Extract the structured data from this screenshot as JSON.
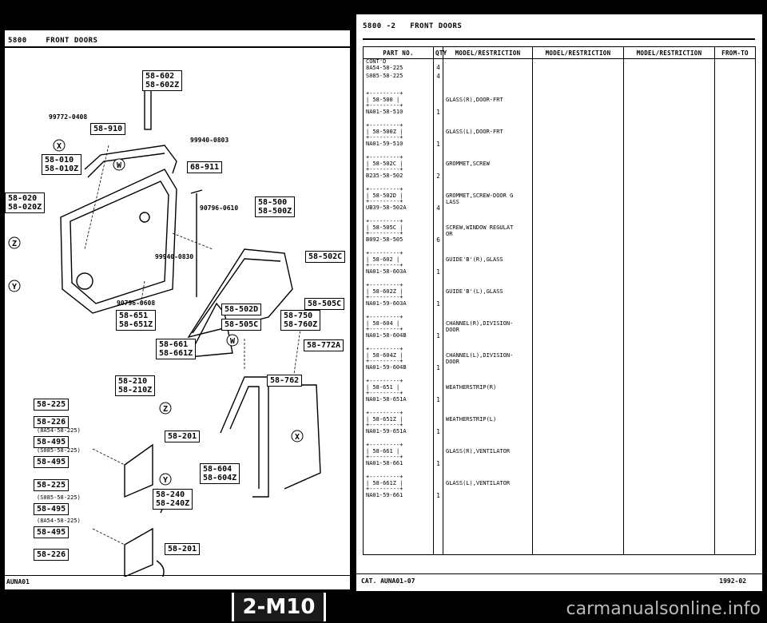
{
  "left_header": {
    "code": "5800",
    "title": "FRONT DOORS"
  },
  "left_footer": {
    "code": "AUNA01"
  },
  "right_header": {
    "code": "5800 -2",
    "title": "FRONT DOORS"
  },
  "right_footer": {
    "catalog": "CAT. AUNA01-07",
    "year": "1992-02"
  },
  "banner": "2-M10",
  "watermark": "carmanualsonline.info",
  "diagram": {
    "callouts": [
      {
        "id": "c1",
        "text": "58-602\n58-602Z"
      },
      {
        "id": "c2",
        "text": "58-910"
      },
      {
        "id": "c3",
        "text": "58-010\n58-010Z"
      },
      {
        "id": "c4",
        "text": "58-020\n58-020Z"
      },
      {
        "id": "c5",
        "text": "68-911"
      },
      {
        "id": "c6",
        "text": "58-500\n58-500Z"
      },
      {
        "id": "c7",
        "text": "58-502C"
      },
      {
        "id": "c8",
        "text": "58-505C"
      },
      {
        "id": "c9",
        "text": "58-502D"
      },
      {
        "id": "c10",
        "text": "58-505C"
      },
      {
        "id": "c11",
        "text": "58-750\n58-760Z"
      },
      {
        "id": "c12",
        "text": "58-651\n58-651Z"
      },
      {
        "id": "c13",
        "text": "58-661\n58-661Z"
      },
      {
        "id": "c14",
        "text": "58-772A"
      },
      {
        "id": "c15",
        "text": "58-762"
      },
      {
        "id": "c16",
        "text": "58-210\n58-210Z"
      },
      {
        "id": "c17",
        "text": "58-225"
      },
      {
        "id": "c18",
        "text": "58-226"
      },
      {
        "id": "c19",
        "text": "58-495"
      },
      {
        "id": "c20",
        "text": "58-495"
      },
      {
        "id": "c21",
        "text": "58-201"
      },
      {
        "id": "c22",
        "text": "58-604\n58-604Z"
      },
      {
        "id": "c23",
        "text": "58-225"
      },
      {
        "id": "c24",
        "text": "58-495"
      },
      {
        "id": "c25",
        "text": "58-240\n58-240Z"
      },
      {
        "id": "c26",
        "text": "58-495"
      },
      {
        "id": "c27",
        "text": "58-201"
      },
      {
        "id": "c28",
        "text": "58-226"
      }
    ],
    "part_numbers": [
      {
        "id": "p1",
        "text": "99772-0408"
      },
      {
        "id": "p2",
        "text": "99940-0803"
      },
      {
        "id": "p3",
        "text": "90796-0610"
      },
      {
        "id": "p4",
        "text": "99940-0830"
      },
      {
        "id": "p5",
        "text": "90796-0608"
      }
    ],
    "notes": [
      {
        "id": "n1",
        "text": "(8A54-58-225)"
      },
      {
        "id": "n2",
        "text": "(S085-58-225)"
      },
      {
        "id": "n3",
        "text": "(S085-58-225)"
      },
      {
        "id": "n4",
        "text": "(8A54-58-225)"
      }
    ],
    "markers": [
      "X",
      "W",
      "Z",
      "Y",
      "W",
      "X",
      "Z",
      "Y"
    ]
  },
  "table": {
    "headers": [
      "PART NO.",
      "QTY",
      "MODEL/RESTRICTION",
      "MODEL/RESTRICTION",
      "MODEL/RESTRICTION",
      "FROM-TO"
    ],
    "top_rows": [
      {
        "part": "CONT'D\n8A54-58-225",
        "qty": "4"
      },
      {
        "part": "S085-58-225",
        "qty": "4"
      }
    ],
    "groups": [
      {
        "ref": "58-500",
        "part": "NA01-58-510",
        "qty": "1",
        "desc": "GLASS(R),DOOR-FRT"
      },
      {
        "ref": "58-500Z",
        "part": "NA01-59-510",
        "qty": "1",
        "desc": "GLASS(L),DOOR-FRT"
      },
      {
        "ref": "58-502C",
        "part": "B235-58-502",
        "qty": "2",
        "desc": "GROMMET,SCREW"
      },
      {
        "ref": "58-502D",
        "part": "UB39-58-502A",
        "qty": "4",
        "desc": "GROMMET,SCREW-DOOR G\nLASS"
      },
      {
        "ref": "58-505C",
        "part": "B092-58-505",
        "qty": "6",
        "desc": "SCREW,WINDOW REGULAT\nOR"
      },
      {
        "ref": "58-602",
        "part": "NA01-58-603A",
        "qty": "1",
        "desc": "GUIDE'B'(R),GLASS"
      },
      {
        "ref": "58-602Z",
        "part": "NA01-59-603A",
        "qty": "1",
        "desc": "GUIDE'B'(L),GLASS"
      },
      {
        "ref": "58-604",
        "part": "NA01-58-604B",
        "qty": "1",
        "desc": "CHANNEL(R),DIVISION-\nDOOR"
      },
      {
        "ref": "58-604Z",
        "part": "NA01-59-604B",
        "qty": "1",
        "desc": "CHANNEL(L),DIVISION-\nDOOR"
      },
      {
        "ref": "58-651",
        "part": "NA01-58-651A",
        "qty": "1",
        "desc": "WEATHERSTRIP(R)"
      },
      {
        "ref": "58-651Z",
        "part": "NA01-59-651A",
        "qty": "1",
        "desc": "WEATHERSTRIP(L)"
      },
      {
        "ref": "58-661",
        "part": "NA01-58-661",
        "qty": "1",
        "desc": "GLASS(R),VENTILATOR"
      },
      {
        "ref": "58-661Z",
        "part": "NA01-59-661",
        "qty": "1",
        "desc": "GLASS(L),VENTILATOR"
      }
    ]
  }
}
